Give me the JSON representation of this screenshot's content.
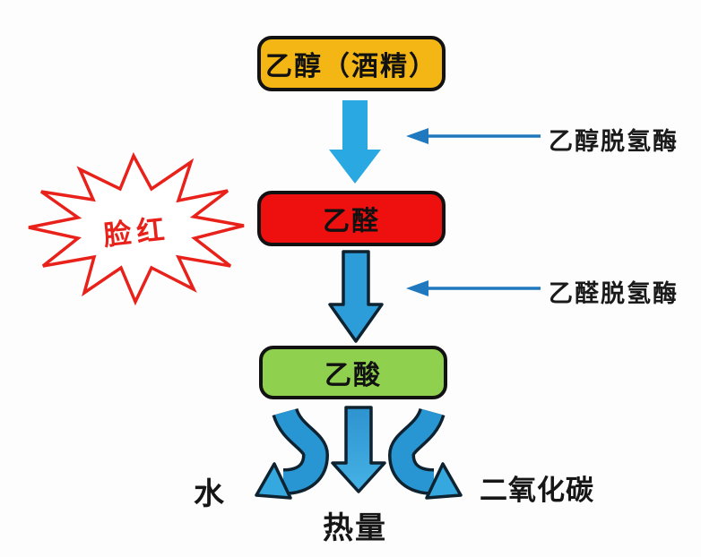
{
  "flowchart": {
    "nodes": [
      {
        "id": "ethanol",
        "label": "乙醇（酒精）",
        "fill": "#F3B614"
      },
      {
        "id": "acetaldehyde",
        "label": "乙醛",
        "fill": "#ED100E"
      },
      {
        "id": "acetic-acid",
        "label": "乙酸",
        "fill": "#8FD04F"
      }
    ],
    "enzyme_labels": [
      {
        "id": "adh",
        "label": "乙醇脱氢酶"
      },
      {
        "id": "aldh",
        "label": "乙醛脱氢酶"
      }
    ],
    "burst": {
      "label": "脸红",
      "color": "#E8211A"
    },
    "products": [
      {
        "id": "water",
        "label": "水"
      },
      {
        "id": "heat",
        "label": "热量"
      },
      {
        "id": "co2",
        "label": "二氧化碳"
      }
    ],
    "colors": {
      "flat_arrow": "#29A8E2",
      "outlined_arrow_fill": "#2D9DD9",
      "outlined_arrow_stroke": "#0E2230",
      "thin_arrow": "#2079BE",
      "node_border": "#121212",
      "background": "#FDFDFD"
    }
  }
}
